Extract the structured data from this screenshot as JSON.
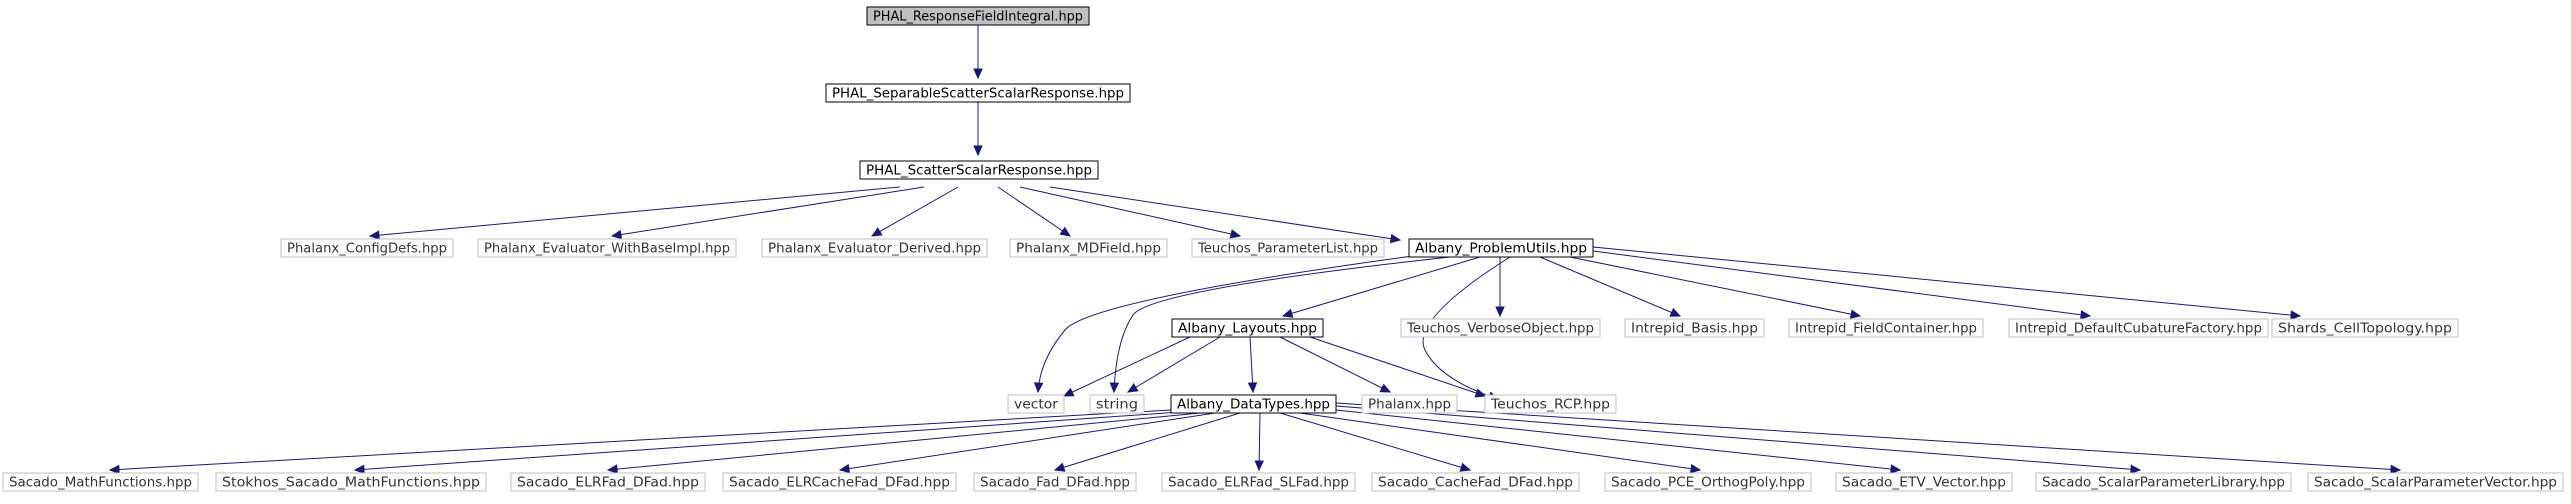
{
  "diagram": {
    "nodes": [
      {
        "id": "root",
        "label": "PHAL_ResponseFieldIntegral.hpp",
        "style": "root"
      },
      {
        "id": "sep",
        "label": "PHAL_SeparableScatterScalarResponse.hpp",
        "style": "doc"
      },
      {
        "id": "scatter",
        "label": "PHAL_ScatterScalarResponse.hpp",
        "style": "doc"
      },
      {
        "id": "configdefs",
        "label": "Phalanx_ConfigDefs.hpp",
        "style": "ext"
      },
      {
        "id": "evalbase",
        "label": "Phalanx_Evaluator_WithBaseImpl.hpp",
        "style": "ext"
      },
      {
        "id": "evalderived",
        "label": "Phalanx_Evaluator_Derived.hpp",
        "style": "ext"
      },
      {
        "id": "mdfield",
        "label": "Phalanx_MDField.hpp",
        "style": "ext"
      },
      {
        "id": "paramlist",
        "label": "Teuchos_ParameterList.hpp",
        "style": "ext"
      },
      {
        "id": "problemutils",
        "label": "Albany_ProblemUtils.hpp",
        "style": "doc"
      },
      {
        "id": "verbose",
        "label": "Teuchos_VerboseObject.hpp",
        "style": "ext"
      },
      {
        "id": "basis",
        "label": "Intrepid_Basis.hpp",
        "style": "ext"
      },
      {
        "id": "fieldcontainer",
        "label": "Intrepid_FieldContainer.hpp",
        "style": "ext"
      },
      {
        "id": "cubature",
        "label": "Intrepid_DefaultCubatureFactory.hpp",
        "style": "ext"
      },
      {
        "id": "celltopo",
        "label": "Shards_CellTopology.hpp",
        "style": "ext"
      },
      {
        "id": "layouts",
        "label": "Albany_Layouts.hpp",
        "style": "doc"
      },
      {
        "id": "vector",
        "label": "vector",
        "style": "ext"
      },
      {
        "id": "string",
        "label": "string",
        "style": "ext"
      },
      {
        "id": "datatypes",
        "label": "Albany_DataTypes.hpp",
        "style": "doc"
      },
      {
        "id": "phalanx",
        "label": "Phalanx.hpp",
        "style": "ext"
      },
      {
        "id": "rcp",
        "label": "Teuchos_RCP.hpp",
        "style": "ext"
      },
      {
        "id": "mathfn",
        "label": "Sacado_MathFunctions.hpp",
        "style": "ext"
      },
      {
        "id": "stokhosmath",
        "label": "Stokhos_Sacado_MathFunctions.hpp",
        "style": "ext"
      },
      {
        "id": "elrfad",
        "label": "Sacado_ELRFad_DFad.hpp",
        "style": "ext"
      },
      {
        "id": "elrcache",
        "label": "Sacado_ELRCacheFad_DFad.hpp",
        "style": "ext"
      },
      {
        "id": "faddfad",
        "label": "Sacado_Fad_DFad.hpp",
        "style": "ext"
      },
      {
        "id": "elrslfad",
        "label": "Sacado_ELRFad_SLFad.hpp",
        "style": "ext"
      },
      {
        "id": "cachefad",
        "label": "Sacado_CacheFad_DFad.hpp",
        "style": "ext"
      },
      {
        "id": "pce",
        "label": "Sacado_PCE_OrthogPoly.hpp",
        "style": "ext"
      },
      {
        "id": "etv",
        "label": "Sacado_ETV_Vector.hpp",
        "style": "ext"
      },
      {
        "id": "scalarlib",
        "label": "Sacado_ScalarParameterLibrary.hpp",
        "style": "ext"
      },
      {
        "id": "scalarvec",
        "label": "Sacado_ScalarParameterVector.hpp",
        "style": "ext"
      }
    ],
    "edges": [
      [
        "root",
        "sep"
      ],
      [
        "sep",
        "scatter"
      ],
      [
        "scatter",
        "configdefs"
      ],
      [
        "scatter",
        "evalbase"
      ],
      [
        "scatter",
        "evalderived"
      ],
      [
        "scatter",
        "mdfield"
      ],
      [
        "scatter",
        "paramlist"
      ],
      [
        "scatter",
        "problemutils"
      ],
      [
        "problemutils",
        "vector"
      ],
      [
        "problemutils",
        "string"
      ],
      [
        "problemutils",
        "layouts"
      ],
      [
        "problemutils",
        "rcp"
      ],
      [
        "problemutils",
        "verbose"
      ],
      [
        "problemutils",
        "basis"
      ],
      [
        "problemutils",
        "fieldcontainer"
      ],
      [
        "problemutils",
        "cubature"
      ],
      [
        "problemutils",
        "celltopo"
      ],
      [
        "layouts",
        "vector"
      ],
      [
        "layouts",
        "string"
      ],
      [
        "layouts",
        "datatypes"
      ],
      [
        "layouts",
        "phalanx"
      ],
      [
        "layouts",
        "rcp"
      ],
      [
        "datatypes",
        "mathfn"
      ],
      [
        "datatypes",
        "stokhosmath"
      ],
      [
        "datatypes",
        "elrfad"
      ],
      [
        "datatypes",
        "elrcache"
      ],
      [
        "datatypes",
        "faddfad"
      ],
      [
        "datatypes",
        "elrslfad"
      ],
      [
        "datatypes",
        "cachefad"
      ],
      [
        "datatypes",
        "pce"
      ],
      [
        "datatypes",
        "etv"
      ],
      [
        "datatypes",
        "scalarlib"
      ],
      [
        "datatypes",
        "scalarvec"
      ]
    ]
  }
}
